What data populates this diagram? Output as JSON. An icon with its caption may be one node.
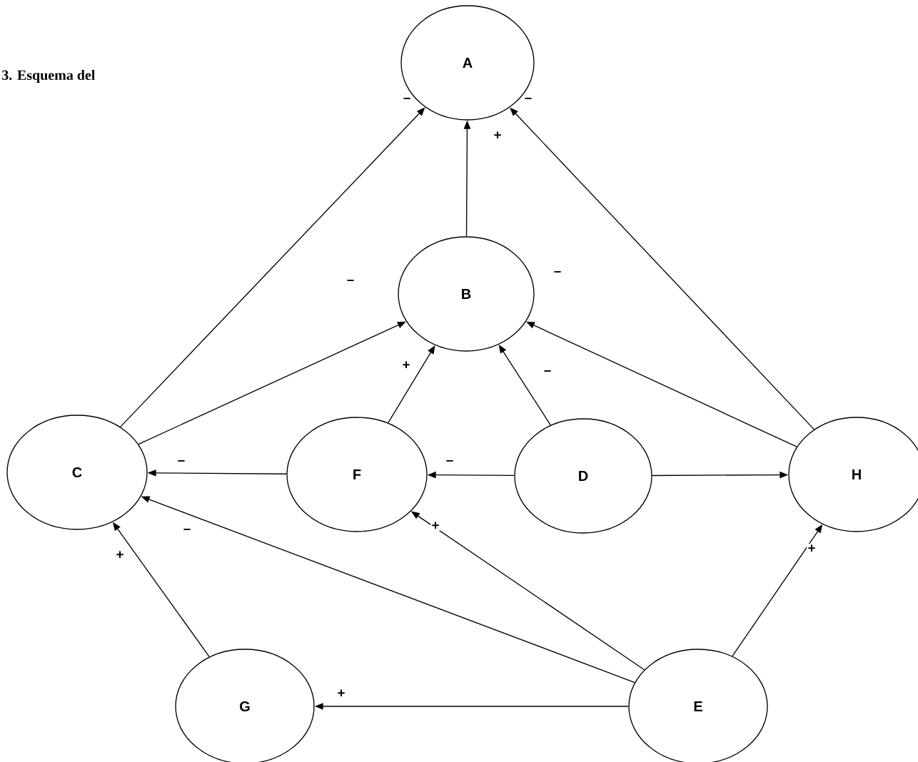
{
  "diagram": {
    "title": "3. Esquema del",
    "nodes": [
      {
        "text": [
          "A"
        ]
      },
      {
        "text": [
          "B"
        ]
      },
      {
        "text": [
          "C"
        ]
      },
      {
        "text": [
          "F"
        ]
      },
      {
        "text": [
          "D"
        ]
      },
      {
        "text": [
          "H"
        ]
      },
      {
        "text": [
          "G"
        ]
      },
      {
        "text": [
          "E"
        ]
      }
    ],
    "edges": [
      {
        "from": 2,
        "to": 0,
        "arrow": "to",
        "label": "–"
      },
      {
        "from": 1,
        "to": 0,
        "arrow": "to",
        "label": "+"
      },
      {
        "from": 5,
        "to": 0,
        "arrow": "to",
        "label": "–"
      },
      {
        "from": 2,
        "to": 1,
        "arrow": "to",
        "label": "–"
      },
      {
        "from": 3,
        "to": 1,
        "arrow": "to",
        "label": "+"
      },
      {
        "from": 4,
        "to": 1,
        "arrow": "to",
        "label": "–"
      },
      {
        "from": 5,
        "to": 1,
        "arrow": "to",
        "label": "–"
      },
      {
        "from": 3,
        "to": 2,
        "arrow": "to",
        "label": "–"
      },
      {
        "from": 4,
        "to": 3,
        "arrow": "to",
        "label": "–"
      },
      {
        "from": 4,
        "to": 5,
        "arrow": "to"
      },
      {
        "from": 6,
        "to": 2,
        "arrow": "to",
        "label": "+"
      },
      {
        "from": 7,
        "to": 2,
        "arrow": "to",
        "label": "–"
      },
      {
        "from": 7,
        "to": 3,
        "arrow": "to",
        "label": "+"
      },
      {
        "from": 7,
        "to": 6,
        "arrow": "to",
        "label": "+"
      },
      {
        "from": 7,
        "to": 5,
        "arrow": "to",
        "label": "+"
      }
    ]
  }
}
